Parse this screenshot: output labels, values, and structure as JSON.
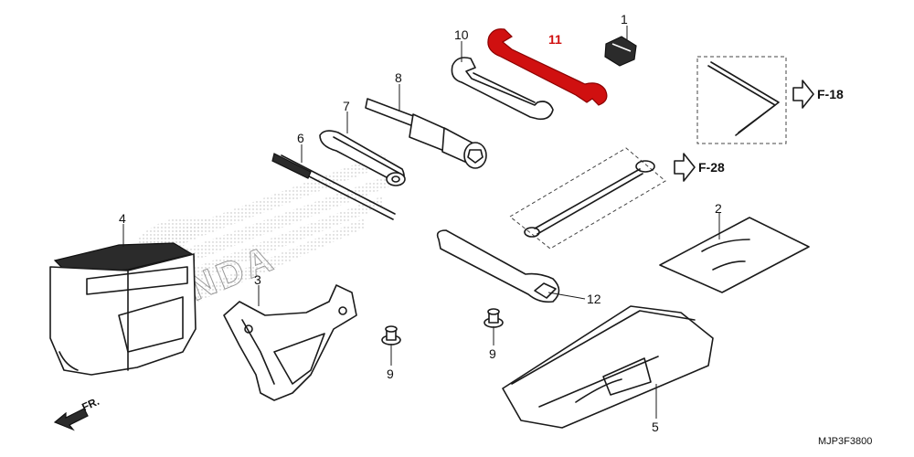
{
  "diagram": {
    "parts": [
      {
        "id": "part-1",
        "label": "1"
      },
      {
        "id": "part-2",
        "label": "2"
      },
      {
        "id": "part-3",
        "label": "3"
      },
      {
        "id": "part-4",
        "label": "4"
      },
      {
        "id": "part-5",
        "label": "5"
      },
      {
        "id": "part-6",
        "label": "6"
      },
      {
        "id": "part-7",
        "label": "7"
      },
      {
        "id": "part-8",
        "label": "8"
      },
      {
        "id": "part-9a",
        "label": "9"
      },
      {
        "id": "part-9b",
        "label": "9"
      },
      {
        "id": "part-10",
        "label": "10"
      },
      {
        "id": "part-11",
        "label": "11",
        "highlighted": true
      },
      {
        "id": "part-12",
        "label": "12"
      }
    ],
    "references": [
      {
        "id": "ref-f18",
        "label": "F-18"
      },
      {
        "id": "ref-f28",
        "label": "F-28"
      }
    ],
    "direction_label": "FR.",
    "diagram_code": "MJP3F3800",
    "watermark_text": "HONDA",
    "highlight_color": "#d01010"
  }
}
